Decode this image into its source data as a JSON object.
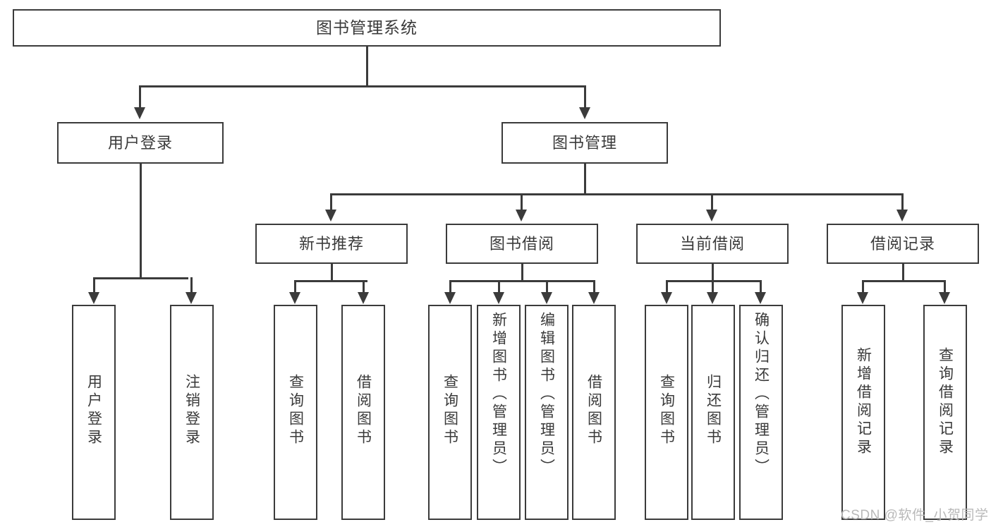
{
  "diagram": {
    "title": "图书管理系统",
    "type": "tree-hierarchy",
    "root": {
      "label": "图书管理系统"
    },
    "level2": [
      {
        "label": "用户登录"
      },
      {
        "label": "图书管理"
      }
    ],
    "level3": [
      {
        "label": "新书推荐"
      },
      {
        "label": "图书借阅"
      },
      {
        "label": "当前借阅"
      },
      {
        "label": "借阅记录"
      }
    ],
    "leaves": {
      "user_login": [
        {
          "label": "用户登录"
        },
        {
          "label": "注销登录"
        }
      ],
      "new_book": [
        {
          "label": "查询图书"
        },
        {
          "label": "借阅图书"
        }
      ],
      "book_borrow": [
        {
          "label": "查询图书"
        },
        {
          "label": "新增图书（管理员）"
        },
        {
          "label": "编辑图书（管理员）"
        },
        {
          "label": "借阅图书"
        }
      ],
      "current_borrow": [
        {
          "label": "查询图书"
        },
        {
          "label": "归还图书"
        },
        {
          "label": "确认归还（管理员）"
        }
      ],
      "borrow_record": [
        {
          "label": "新增借阅记录"
        },
        {
          "label": "查询借阅记录"
        }
      ]
    }
  },
  "watermark": {
    "text": "CSDN @软件_小贺同学"
  },
  "colors": {
    "stroke": "#3b3b3b",
    "text": "#3a3a3a",
    "background": "#ffffff",
    "watermark": "#b9b9b9"
  }
}
